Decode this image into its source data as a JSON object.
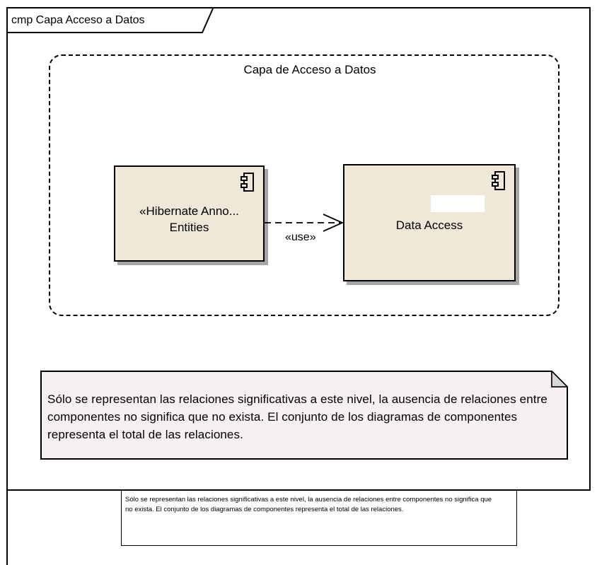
{
  "frame": {
    "title": "cmp Capa Acceso a Datos"
  },
  "package": {
    "label": "Capa de Acceso a Datos"
  },
  "components": {
    "entities": {
      "stereotype": "«Hibernate Anno...",
      "name": "Entities"
    },
    "data_access": {
      "name": "Data Access"
    }
  },
  "dependency": {
    "label": "«use»"
  },
  "note": {
    "text": "Sólo se representan las relaciones significativas a este nivel, la ausencia de relaciones entre componentes no significa que no exista. El conjunto de los diagramas de componentes representa el total de las relaciones."
  },
  "small_note": {
    "text": "Sólo se representan las relaciones significativas a este nivel, la ausencia de relaciones entre componentes no significa que no exista. El conjunto de los diagramas de componentes representa el total de las relaciones."
  },
  "colors": {
    "component_fill": "#efe7d8",
    "note_fill": "#f6f0f4",
    "shadow": "#a6a6a6",
    "line": "#000000"
  }
}
